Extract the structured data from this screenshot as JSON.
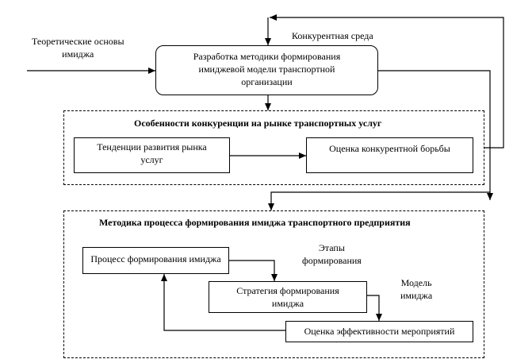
{
  "diagram": {
    "top": {
      "input_label": "Теоретические основы имиджа",
      "input_label_lines": [
        "Теоретические основы",
        "имиджа"
      ],
      "feedback_label": "Конкурентная среда",
      "main_box": "Разработка методики формирования имиджевой модели транспортной организации",
      "main_box_lines": [
        "Разработка методики формирования",
        "имиджевой модели транспортной",
        "организации"
      ]
    },
    "group1": {
      "title": "Особенности конкуренции на рынке транспортных услуг",
      "box_left_lines": [
        "Тенденции развития рынка",
        "услуг"
      ],
      "box_right": "Оценка конкурентной борьбы"
    },
    "group2": {
      "title": "Методика процесса формирования имиджа транспортного предприятия",
      "box_process": "Процесс формирования имиджа",
      "box_strategy_lines": [
        "Стратегия формирования",
        "имиджа"
      ],
      "box_evaluation": "Оценка эффективности мероприятий",
      "label_stages_lines": [
        "Этапы",
        "формирования"
      ],
      "label_model_lines": [
        "Модель",
        "имиджа"
      ]
    }
  }
}
